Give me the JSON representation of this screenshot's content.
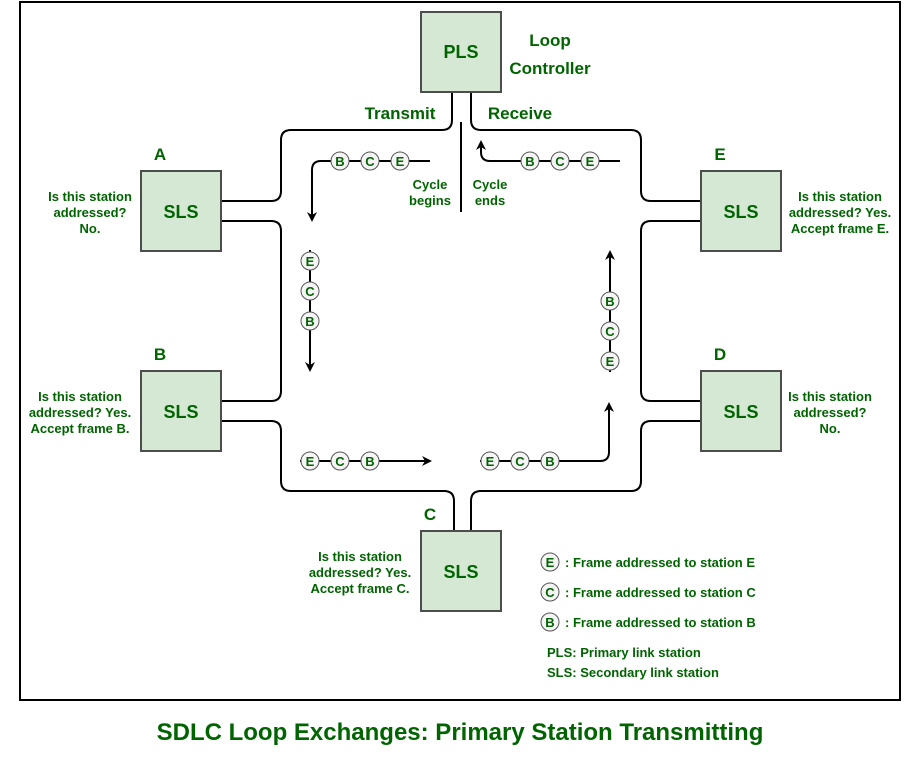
{
  "title": "SDLC Loop Exchanges: Primary Station Transmitting",
  "primary": {
    "box_label": "PLS",
    "caption_line1": "Loop",
    "caption_line2": "Controller"
  },
  "transmit_label": "Transmit",
  "receive_label": "Receive",
  "cycle_begins": [
    "Cycle",
    "begins"
  ],
  "cycle_ends": [
    "Cycle",
    "ends"
  ],
  "stations": {
    "A": {
      "name": "A",
      "box_label": "SLS",
      "note": [
        "Is this station",
        "addressed?",
        "No."
      ]
    },
    "B": {
      "name": "B",
      "box_label": "SLS",
      "note": [
        "Is this station",
        "addressed? Yes.",
        "Accept frame B."
      ]
    },
    "C": {
      "name": "C",
      "box_label": "SLS",
      "note": [
        "Is this station",
        "addressed? Yes.",
        "Accept frame C."
      ]
    },
    "D": {
      "name": "D",
      "box_label": "SLS",
      "note": [
        "Is this station",
        "addressed?",
        "No."
      ]
    },
    "E": {
      "name": "E",
      "box_label": "SLS",
      "note": [
        "Is this station",
        "addressed? Yes.",
        "Accept frame E."
      ]
    }
  },
  "frame_groups": {
    "top_left": [
      "B",
      "C",
      "E"
    ],
    "left": [
      "E",
      "C",
      "B"
    ],
    "bottom_left": [
      "E",
      "C",
      "B"
    ],
    "bottom_right": [
      "E",
      "C",
      "B"
    ],
    "right": [
      "B",
      "C",
      "E"
    ],
    "top_right": [
      "B",
      "C",
      "E"
    ]
  },
  "legend": {
    "frames": [
      {
        "symbol": "E",
        "text": ": Frame addressed to station E"
      },
      {
        "symbol": "C",
        "text": ": Frame addressed to station C"
      },
      {
        "symbol": "B",
        "text": ": Frame addressed to station B"
      }
    ],
    "abbreviations": [
      "PLS: Primary link station",
      "SLS: Secondary link station"
    ]
  },
  "colors": {
    "text": "#006400",
    "box_fill": "#d5e8d4",
    "box_stroke": "#4d4d4d"
  }
}
